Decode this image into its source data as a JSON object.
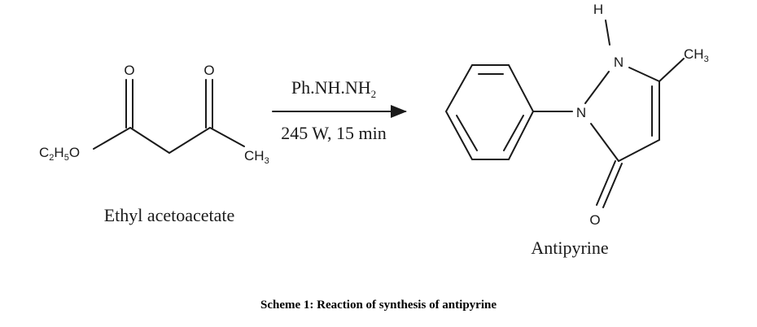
{
  "reactant": {
    "name": "Ethyl acetoacetate",
    "ester_group": {
      "main": "C",
      "sub1": "2",
      "mid": "H",
      "sub2": "5",
      "end": "O"
    },
    "ketone_oxygen_1": "O",
    "ketone_oxygen_2": "O",
    "methyl_group": {
      "main": "CH",
      "sub": "3"
    }
  },
  "reagent": {
    "main": "Ph.NH.NH",
    "sub": "2"
  },
  "conditions": "245 W, 15 min",
  "product": {
    "name": "Antipyrine",
    "hydrogen": "H",
    "nitrogen_1": "N",
    "nitrogen_2": "N",
    "oxygen": "O",
    "methyl_group": {
      "main": "CH",
      "sub": "3"
    }
  },
  "caption": "Scheme 1: Reaction of synthesis of antipyrine"
}
